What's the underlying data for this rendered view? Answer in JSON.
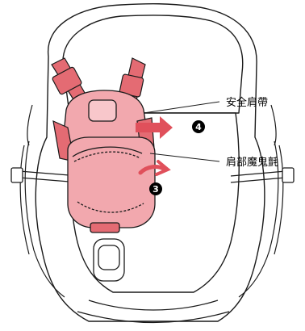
{
  "labels": {
    "harness_strap": "安全肩帶",
    "shoulder_pad": "肩部魔鬼氈"
  },
  "steps": {
    "step_4": "4",
    "step_3": "3"
  },
  "colors": {
    "pad_pink": "#f2a8ae",
    "strap_red": "#e46b73",
    "arrow_red": "#e0505b",
    "line": "#1a1a1a",
    "seat": "#ffffff"
  }
}
